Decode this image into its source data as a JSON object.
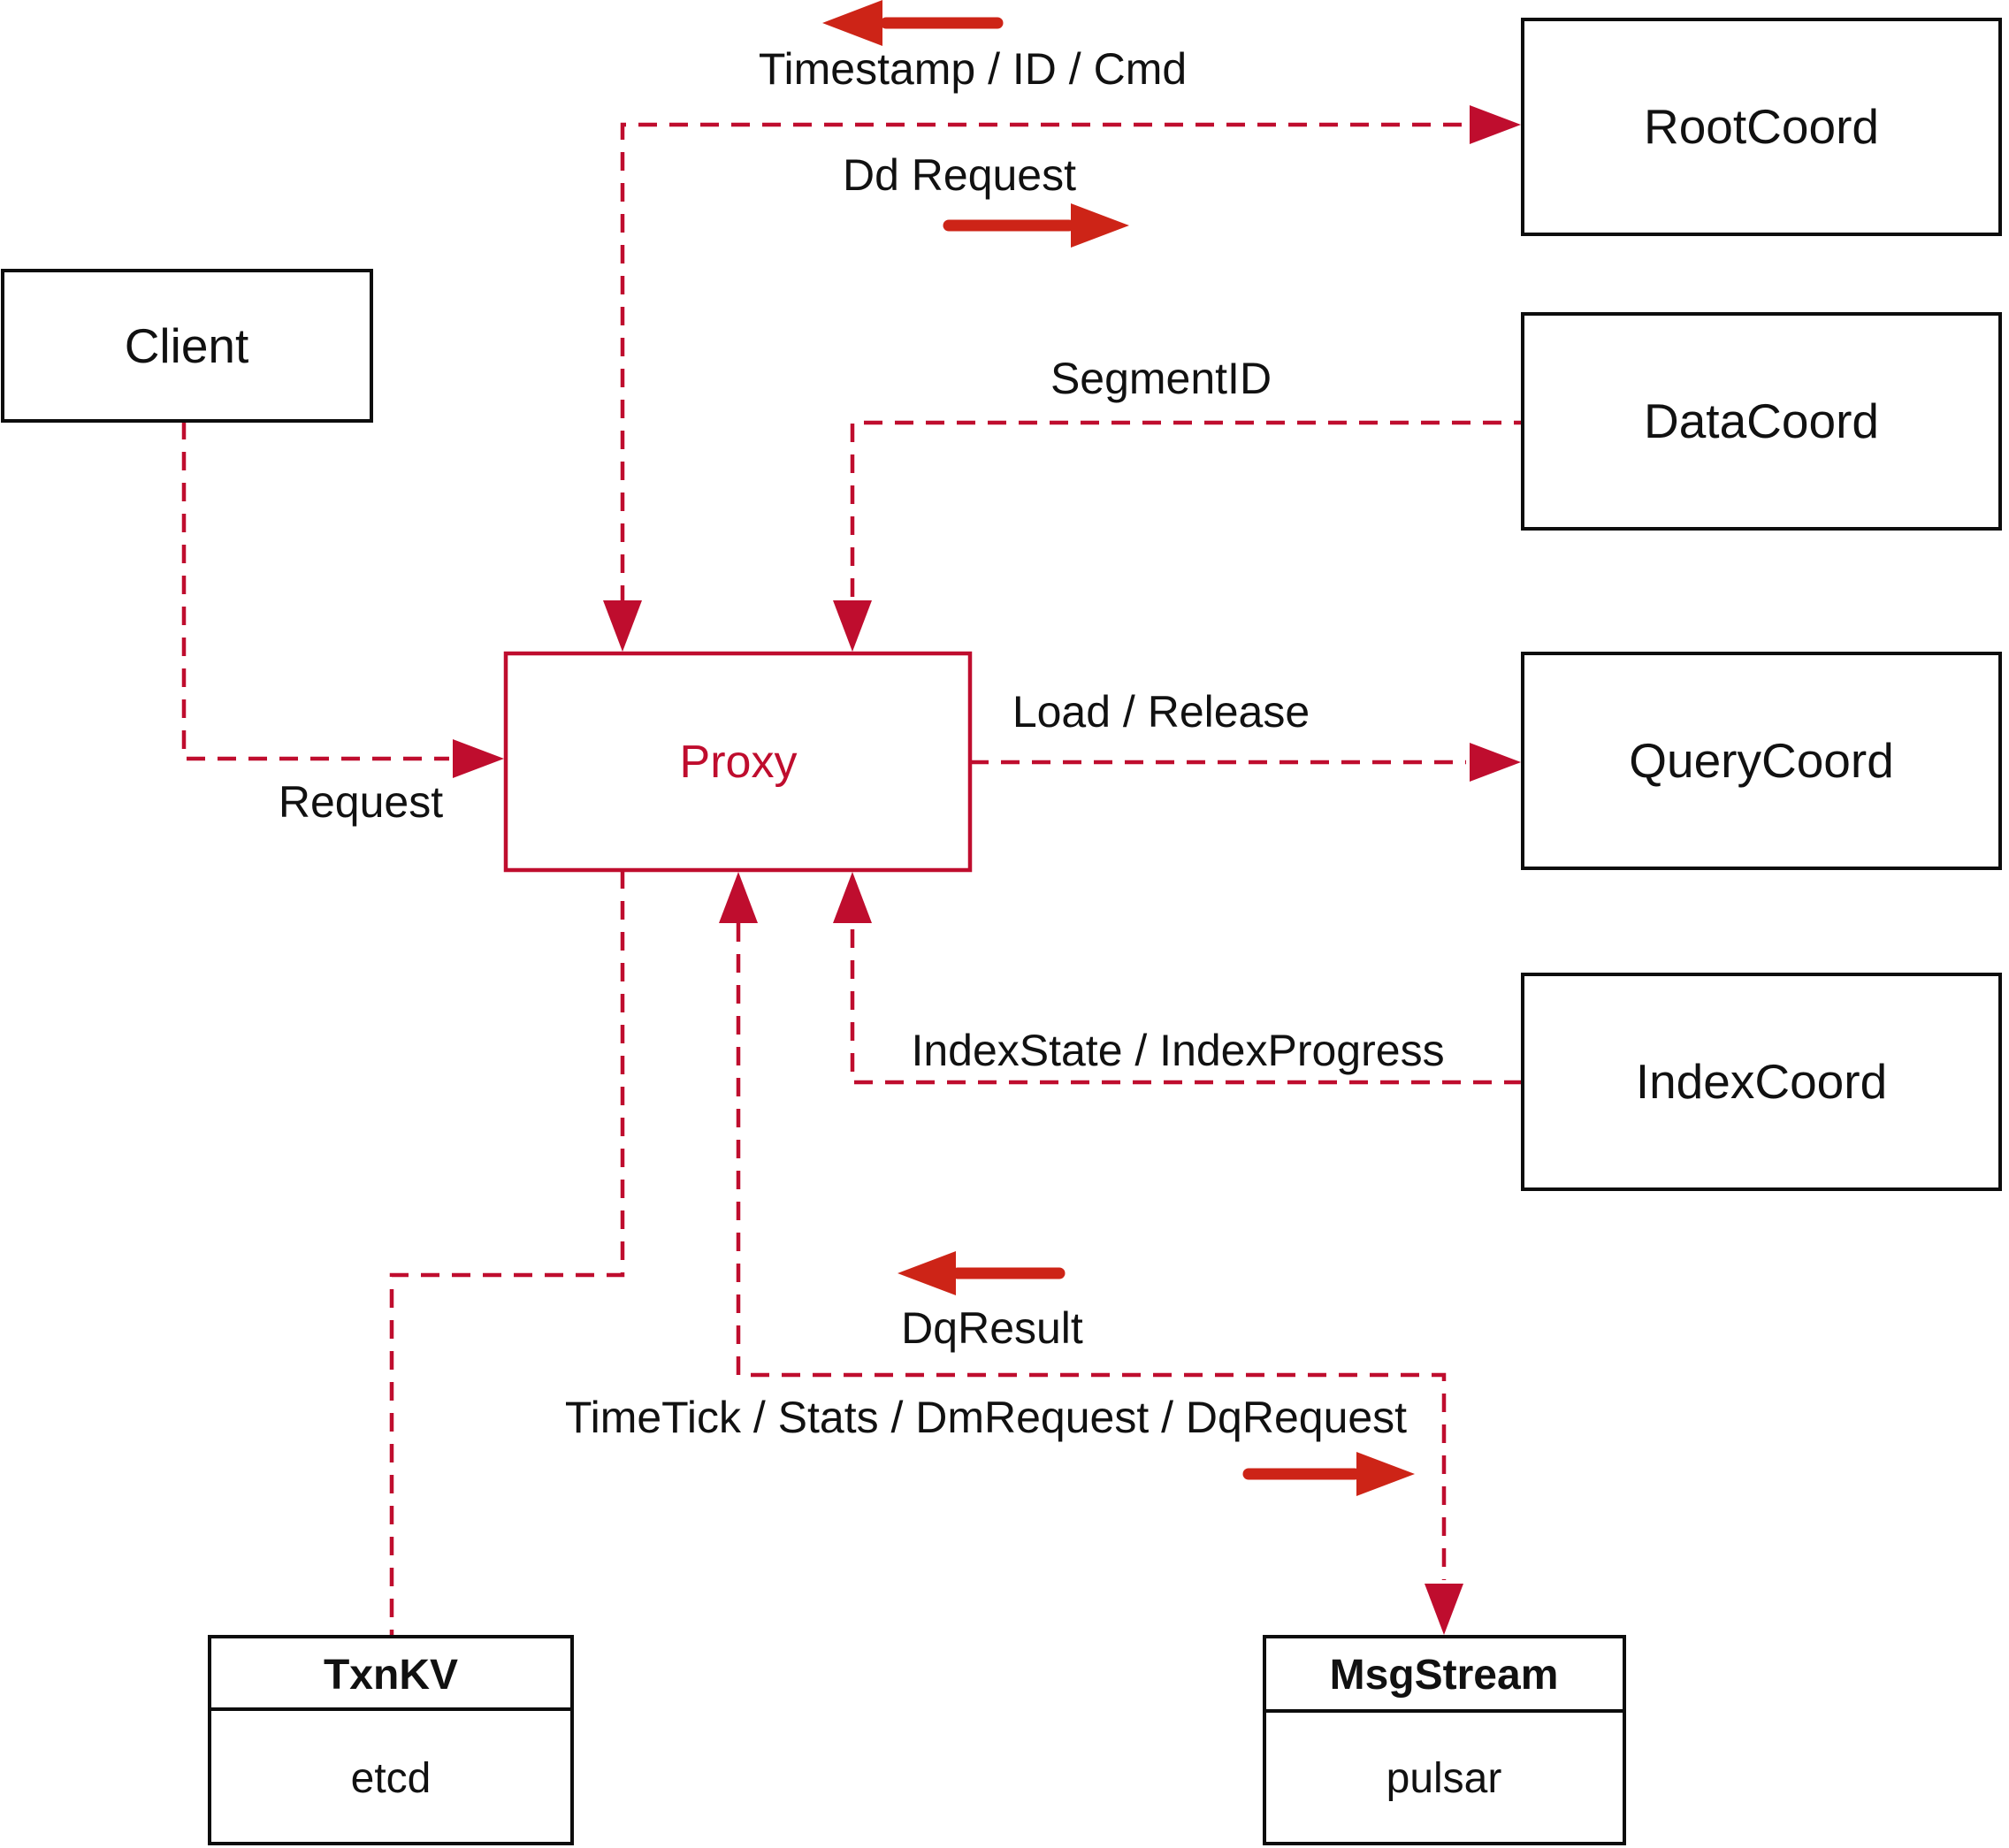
{
  "diagram": {
    "type": "architecture-diagram",
    "colors": {
      "background": "#ffffff",
      "connector_crimson": "#bf0d2e",
      "direction_arrow_red": "#cd2417",
      "node_border_black": "#0d0d0d",
      "label_text_black": "#111111"
    },
    "nodes": {
      "client": {
        "label": "Client"
      },
      "root_coord": {
        "label": "RootCoord"
      },
      "data_coord": {
        "label": "DataCoord"
      },
      "query_coord": {
        "label": "QueryCoord"
      },
      "index_coord": {
        "label": "IndexCoord"
      },
      "proxy": {
        "label": "Proxy"
      },
      "txn_kv": {
        "title": "TxnKV",
        "implementation": "etcd"
      },
      "msg_stream": {
        "title": "MsgStream",
        "implementation": "pulsar"
      }
    },
    "edge_labels": {
      "timestamp_id_cmd": "Timestamp / ID / Cmd",
      "dd_request": "Dd Request",
      "segment_id": "SegmentID",
      "request": "Request",
      "load_release": "Load / Release",
      "index_state_progress": "IndexState / IndexProgress",
      "dq_result": "DqResult",
      "timetick_stats": "TimeTick / Stats / DmRequest / DqRequest"
    }
  }
}
